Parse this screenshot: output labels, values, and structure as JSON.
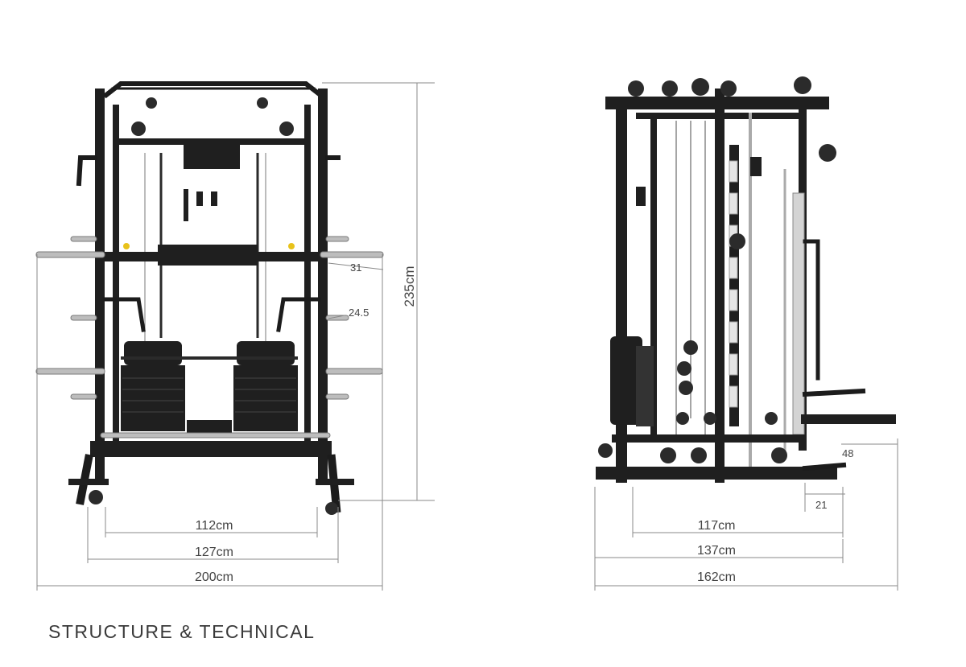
{
  "heading": "STRUCTURE & TECHNICAL",
  "front_view": {
    "dimensions": {
      "height": "235cm",
      "inner_width": "112cm",
      "outer_width": "127cm",
      "total_width": "200cm",
      "bar_spacing_top": "31",
      "bar_spacing_mid": "24.5"
    }
  },
  "side_view": {
    "dimensions": {
      "inner_depth": "117cm",
      "outer_depth": "137cm",
      "total_depth": "162cm",
      "attachment_angle": "48",
      "attachment_height": "21"
    }
  },
  "colors": {
    "frame": "#1c1c1c",
    "dimension_lines": "#8a8a8a",
    "chrome": "#bdbdbd",
    "accent_yellow": "#e8c21a"
  }
}
